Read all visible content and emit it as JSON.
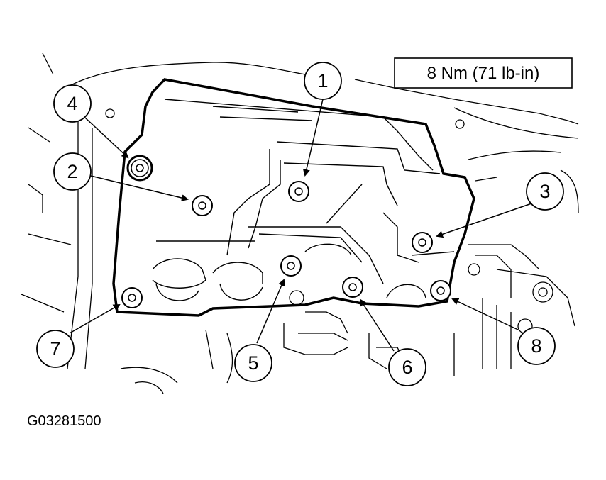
{
  "torque_spec": "8 Nm (71 lb-in)",
  "figure_id": "G03281500",
  "callouts": [
    {
      "number": "1"
    },
    {
      "number": "2"
    },
    {
      "number": "3"
    },
    {
      "number": "4"
    },
    {
      "number": "5"
    },
    {
      "number": "6"
    },
    {
      "number": "7"
    },
    {
      "number": "8"
    }
  ],
  "colors": {
    "line": "#000000",
    "background": "#ffffff"
  }
}
